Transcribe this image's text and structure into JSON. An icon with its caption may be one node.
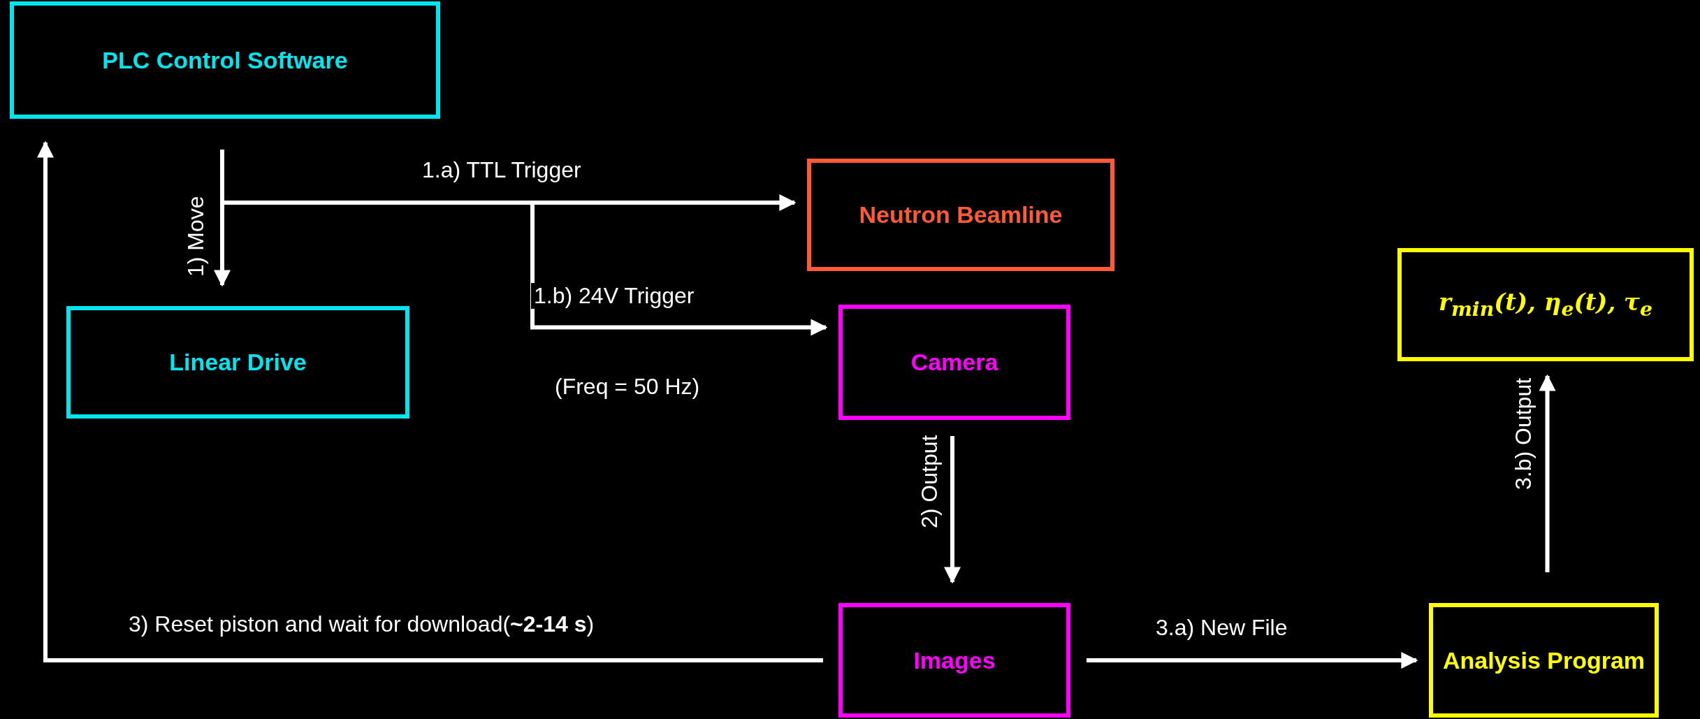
{
  "diagram": {
    "nodes": [
      {
        "text": [
          "PLC Control Software"
        ]
      },
      {
        "text": [
          "Neutron Beamline"
        ]
      },
      {
        "text": [
          "Linear Drive"
        ]
      },
      {
        "text": [
          "Camera"
        ]
      },
      {
        "text": [
          "r$_{min}$(t), η$_{e}$(t), τ$_{e}$"
        ]
      },
      {
        "text": [
          "Images"
        ]
      },
      {
        "text": [
          "Analysis Program"
        ]
      }
    ],
    "edges": [
      {
        "from": 0,
        "to": 2,
        "arrow": "to",
        "label": "1) Move"
      },
      {
        "from": 0,
        "to": 1,
        "arrow": "to",
        "label": "1.a) TTL Trigger"
      },
      {
        "from": 0,
        "to": 3,
        "arrow": "to",
        "label": "1.b) 24V Trigger"
      },
      {
        "from": 3,
        "to": 5,
        "arrow": "to",
        "label": "2) Output"
      },
      {
        "from": 5,
        "to": 0,
        "arrow": "to",
        "label": "3) Reset piston and wait for download(**~2-14 s**)"
      },
      {
        "from": 5,
        "to": 6,
        "arrow": "to",
        "label": "3.a) New File"
      },
      {
        "from": 6,
        "to": 4,
        "arrow": "to",
        "label": "3.b) Output"
      }
    ],
    "labels": [
      "(Freq = 50 Hz)"
    ]
  }
}
